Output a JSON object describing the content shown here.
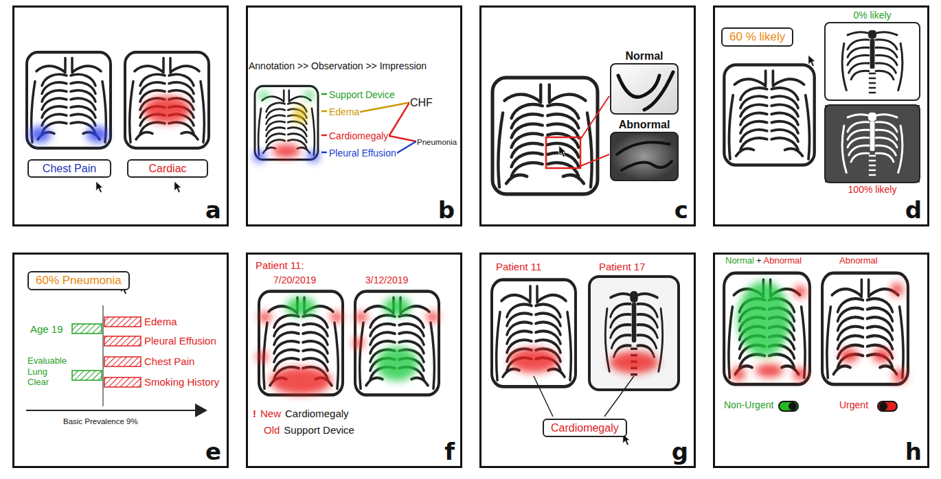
{
  "diagram": {
    "nodes": [
      {
        "text": [
          "a"
        ]
      },
      {
        "text": [
          "Chest Pain"
        ],
        "in": 0
      },
      {
        "text": [
          "Cardiac"
        ],
        "in": 0
      },
      {
        "text": [
          "b"
        ]
      },
      {
        "text": [
          "Support Device"
        ],
        "in": 3
      },
      {
        "text": [
          "Edema"
        ],
        "in": 3
      },
      {
        "text": [
          "Cardiomegaly"
        ],
        "in": 3
      },
      {
        "text": [
          "Pleural Effusion"
        ],
        "in": 3
      },
      {
        "text": [
          "CHF"
        ],
        "in": 3
      },
      {
        "text": [
          "Pneumonia"
        ],
        "in": 3
      },
      {
        "text": [
          "c"
        ]
      },
      {
        "text": [
          "Normal"
        ],
        "in": 10
      },
      {
        "text": [
          "Abnormal"
        ],
        "in": 10
      },
      {
        "text": [
          "d"
        ]
      },
      {
        "text": [
          "60 % likely"
        ],
        "in": 13
      },
      {
        "text": [
          "0% likely"
        ],
        "in": 13
      },
      {
        "text": [
          "100% likely"
        ],
        "in": 13
      },
      {
        "text": [
          "e"
        ]
      },
      {
        "text": [
          "60% Pneumonia"
        ],
        "in": 17
      },
      {
        "text": [
          "f"
        ]
      },
      {
        "text": [
          "g"
        ]
      },
      {
        "text": [
          "Cardiomegaly"
        ],
        "in": 20
      },
      {
        "text": [
          "h"
        ]
      }
    ],
    "edges": [
      {
        "from": 5,
        "to": 8,
        "arrow": "none"
      },
      {
        "from": 6,
        "to": 8,
        "arrow": "none"
      },
      {
        "from": 6,
        "to": 9,
        "arrow": "none"
      },
      {
        "from": 7,
        "to": 9,
        "arrow": "none"
      }
    ],
    "labels": [
      "Annotation >> Observation >> Impression",
      "Age 19",
      "Evaluable Lung Clear",
      "Edema",
      "Pleural Effusion",
      "Chest Pain",
      "Smoking History",
      "Basic Prevalence 9%",
      "Patient 11:",
      "7/20/2019",
      "3/12/2019",
      "!",
      "New",
      "Cardiomegaly",
      "Old",
      "Support Device",
      "Patient 11",
      "Patient 17",
      "Normal",
      "+",
      "Abnormal",
      "Abnormal",
      "Non-Urgent",
      "Urgent"
    ]
  }
}
